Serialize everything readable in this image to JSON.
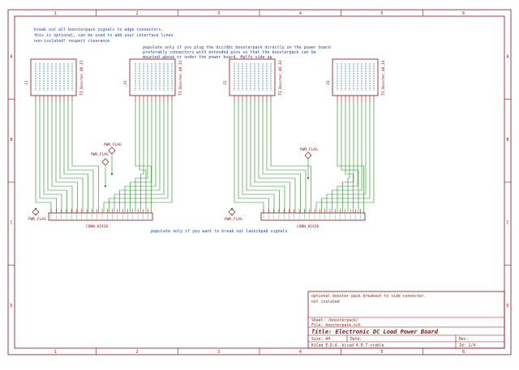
{
  "notes": {
    "top_left": [
      "break out all boosterpack signals to edge connectors.",
      "this is optional, can be used to add your interface lines",
      "non-isolated! respect clearance"
    ],
    "top_mid": [
      "populate only if you plug the dcc/dbc boosterpack directly on the power board",
      "preferably connectors with extended pins so that the boosterpack can be",
      "mounted above or under the power board. Halfs side up"
    ],
    "bottom_mid": "populate only if you want to break out launchpad signals"
  },
  "components": {
    "j1": {
      "ref": "J1",
      "value": "TI_Booster_40_J1"
    },
    "j3": {
      "ref": "J3",
      "value": "TI_Booster_40_J3"
    },
    "j2": {
      "ref": "J2",
      "value": "TI_Booster_40_J2"
    },
    "j4": {
      "ref": "J4",
      "value": "TI_Booster_40_J4"
    },
    "conn_left": {
      "value": "CONN_01X20"
    },
    "conn_right": {
      "value": "CONN_01X20"
    },
    "pwr_flags": [
      "PWR_FLAG",
      "PWR_FLAG",
      "PWR_FLAG",
      "PWR_FLAG",
      "PWR_FLAG"
    ]
  },
  "title_block": {
    "comment_1": "optional booster pack breakout to side connector.",
    "comment_2": "not isolated",
    "sheet": "Sheet: /boosterpack/",
    "file": "File: boosterpack.sch",
    "title": "Title: Electronic DC Load Power Board",
    "size_label": "Size: A4",
    "date_label": "Date:",
    "rev_label": "Rev:",
    "kicad": "KiCad E.D.A.  kicad 4.0.7-stable",
    "id": "Id: 2/4"
  },
  "frame": {
    "columns": [
      "1",
      "2",
      "3",
      "4",
      "5",
      "6"
    ],
    "rows": [
      "A",
      "B",
      "C",
      "D"
    ]
  },
  "colors": {
    "frame": "#8a1010",
    "wire": "#1e8a1e",
    "note_text": "#1a3fbf",
    "pin_text": "#1a7a7a",
    "component": "#8a1010"
  }
}
